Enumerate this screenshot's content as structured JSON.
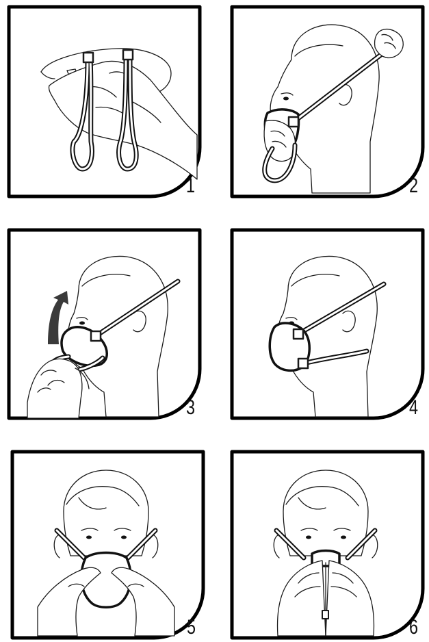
{
  "steps": [
    {
      "number": "1"
    },
    {
      "number": "2"
    },
    {
      "number": "3"
    },
    {
      "number": "4"
    },
    {
      "number": "5"
    },
    {
      "number": "6"
    }
  ],
  "colors": {
    "line": "#111111",
    "arrow": "#3a3a3a",
    "background": "#ffffff"
  }
}
